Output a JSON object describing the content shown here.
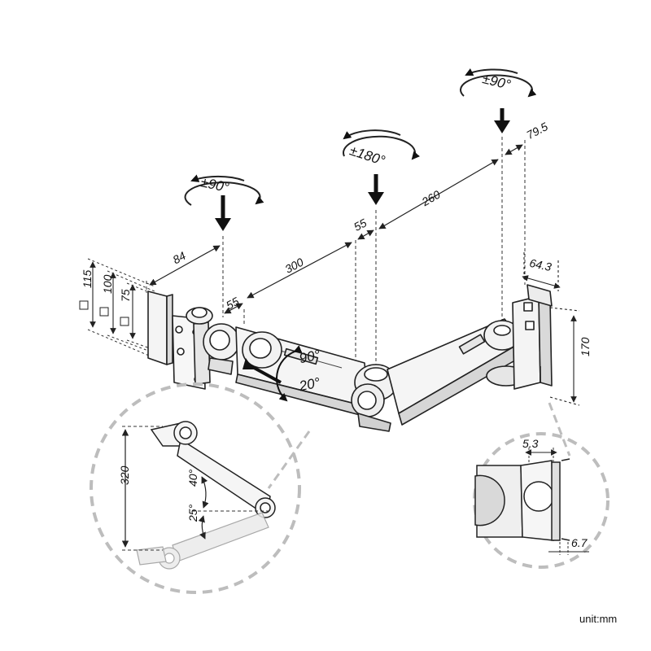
{
  "unit_label": "unit:mm",
  "rotations": {
    "left_joint": "±90°",
    "middle_joint": "±180°",
    "right_joint": "±90°"
  },
  "dimensions": {
    "arm_300": "300",
    "arm_260": "260",
    "offset_84": "84",
    "offset_55_left": "55",
    "offset_55_mid": "55",
    "offset_79_5": "79.5",
    "depth_64_3": "64.3",
    "height_170": "170",
    "vesa_115": "115",
    "vesa_100": "100",
    "vesa_75": "75",
    "tilt_up": "90°",
    "tilt_down": "20°",
    "travel_320": "320",
    "angle_40": "40°",
    "angle_25": "25°",
    "gap_5_3": "5.3",
    "gap_6_7": "6.7"
  },
  "colors": {
    "line": "#222222",
    "dashed_circle": "#bdbdbd",
    "fill_light": "#f4f4f4",
    "fill_mid": "#d9d9d9"
  }
}
